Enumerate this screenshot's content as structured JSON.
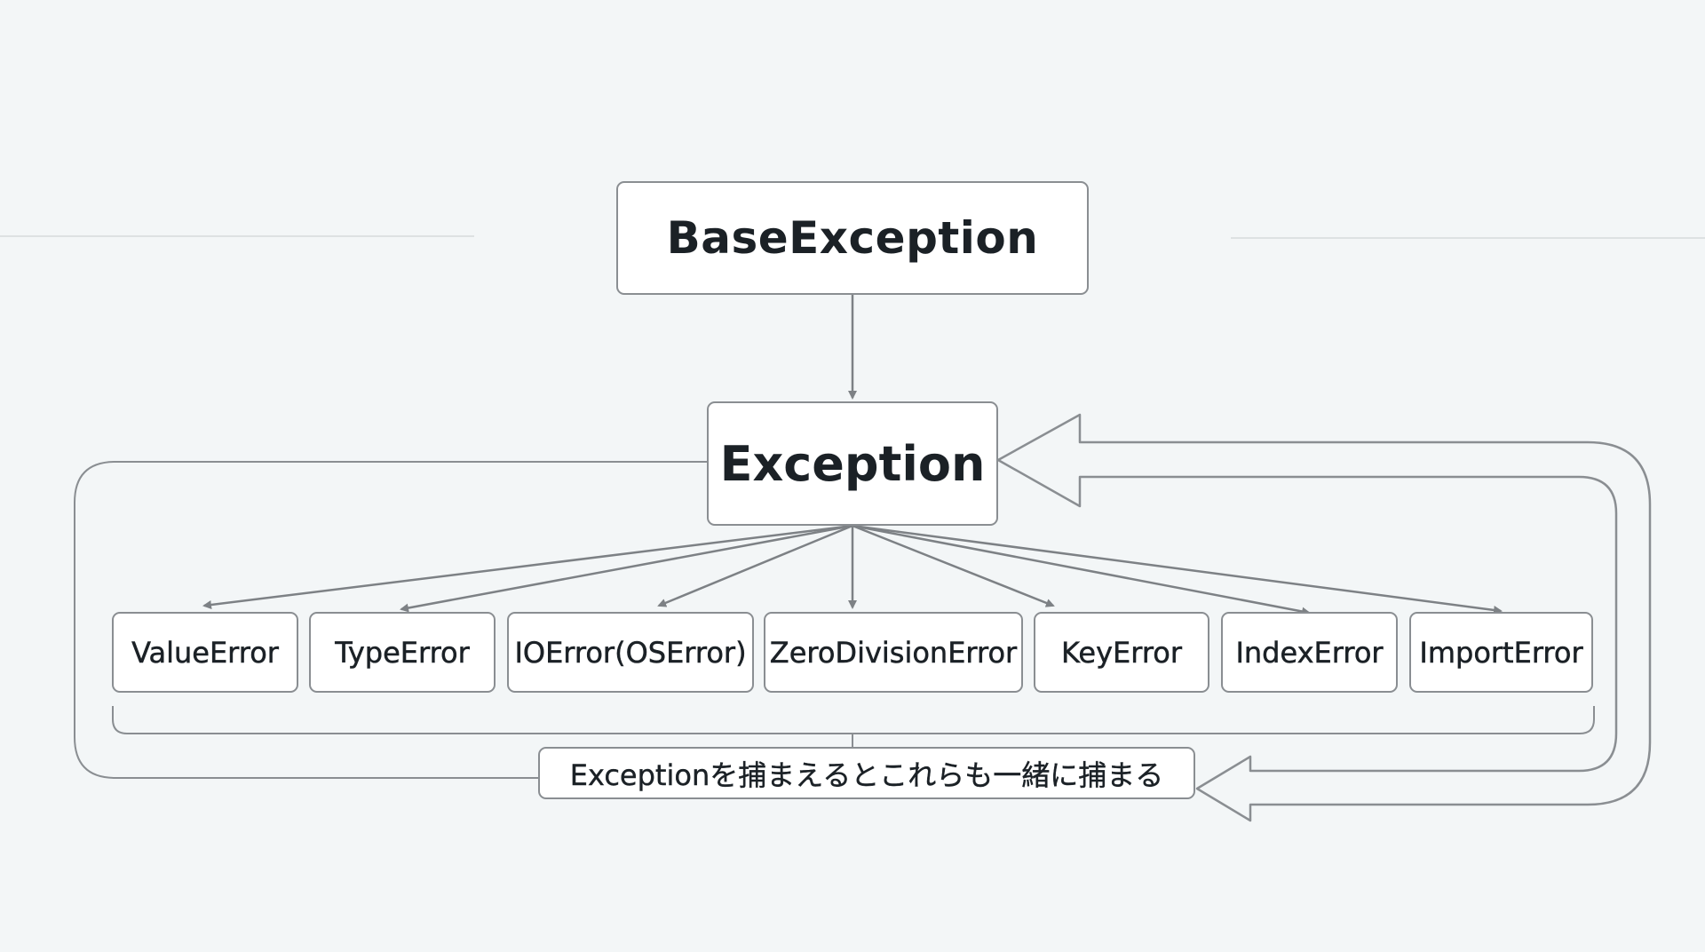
{
  "diagram": {
    "root": {
      "label": "BaseException"
    },
    "parent": {
      "label": "Exception"
    },
    "children": [
      {
        "label": "ValueError"
      },
      {
        "label": "TypeError"
      },
      {
        "label": "IOError(OSError)"
      },
      {
        "label": "ZeroDivisionError"
      },
      {
        "label": "KeyError"
      },
      {
        "label": "IndexError"
      },
      {
        "label": "ImportError"
      }
    ],
    "note": "Exceptionを捕まえるとこれらも一緒に捕まる",
    "colors": {
      "background": "#f3f6f7",
      "node_fill": "#ffffff",
      "node_border": "#8a8e92",
      "connector": "#7d8185",
      "text": "#1b2126"
    }
  }
}
